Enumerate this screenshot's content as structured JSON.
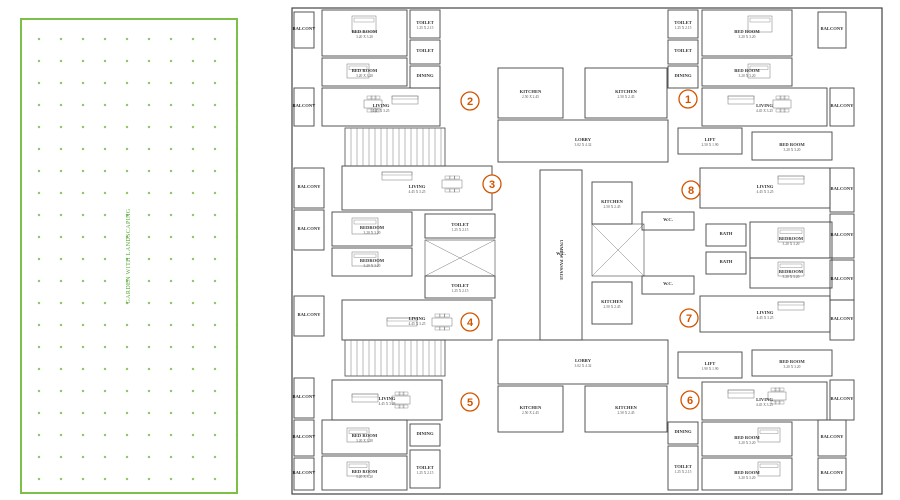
{
  "garden": {
    "label": "GARDEN WITH LANDSCAPING"
  },
  "units": [
    {
      "num": "1"
    },
    {
      "num": "2"
    },
    {
      "num": "3"
    },
    {
      "num": "4"
    },
    {
      "num": "5"
    },
    {
      "num": "6"
    },
    {
      "num": "7"
    },
    {
      "num": "8"
    }
  ],
  "rooms": {
    "toilet": "TOILET",
    "bedroom_t": "BED ROOM",
    "bedroom": "BEDROOM",
    "dining": "DINING",
    "living": "LIVING",
    "living_alt": "LIVING",
    "kitchen": "KITCHEN",
    "balcony": "BALCONY",
    "lift": "LIFT",
    "bath": "BATH",
    "wc": "W.C.",
    "lobby": "LOBBY"
  },
  "dims": {
    "lobby": "3.02 X 4.32",
    "lift_top": "2.50 X 1.90",
    "lift_bottom": "1.90 X 1.90",
    "bedroom": "3.20 X 3.20",
    "living": "4.45 X 3.25",
    "kitchen": "2.50 X 2.45",
    "dining": "2.45 X 2.15",
    "toilet": "1.25 X 2.15"
  },
  "labels": {
    "vertical_corridor": "UNMEW PASSAGE"
  }
}
